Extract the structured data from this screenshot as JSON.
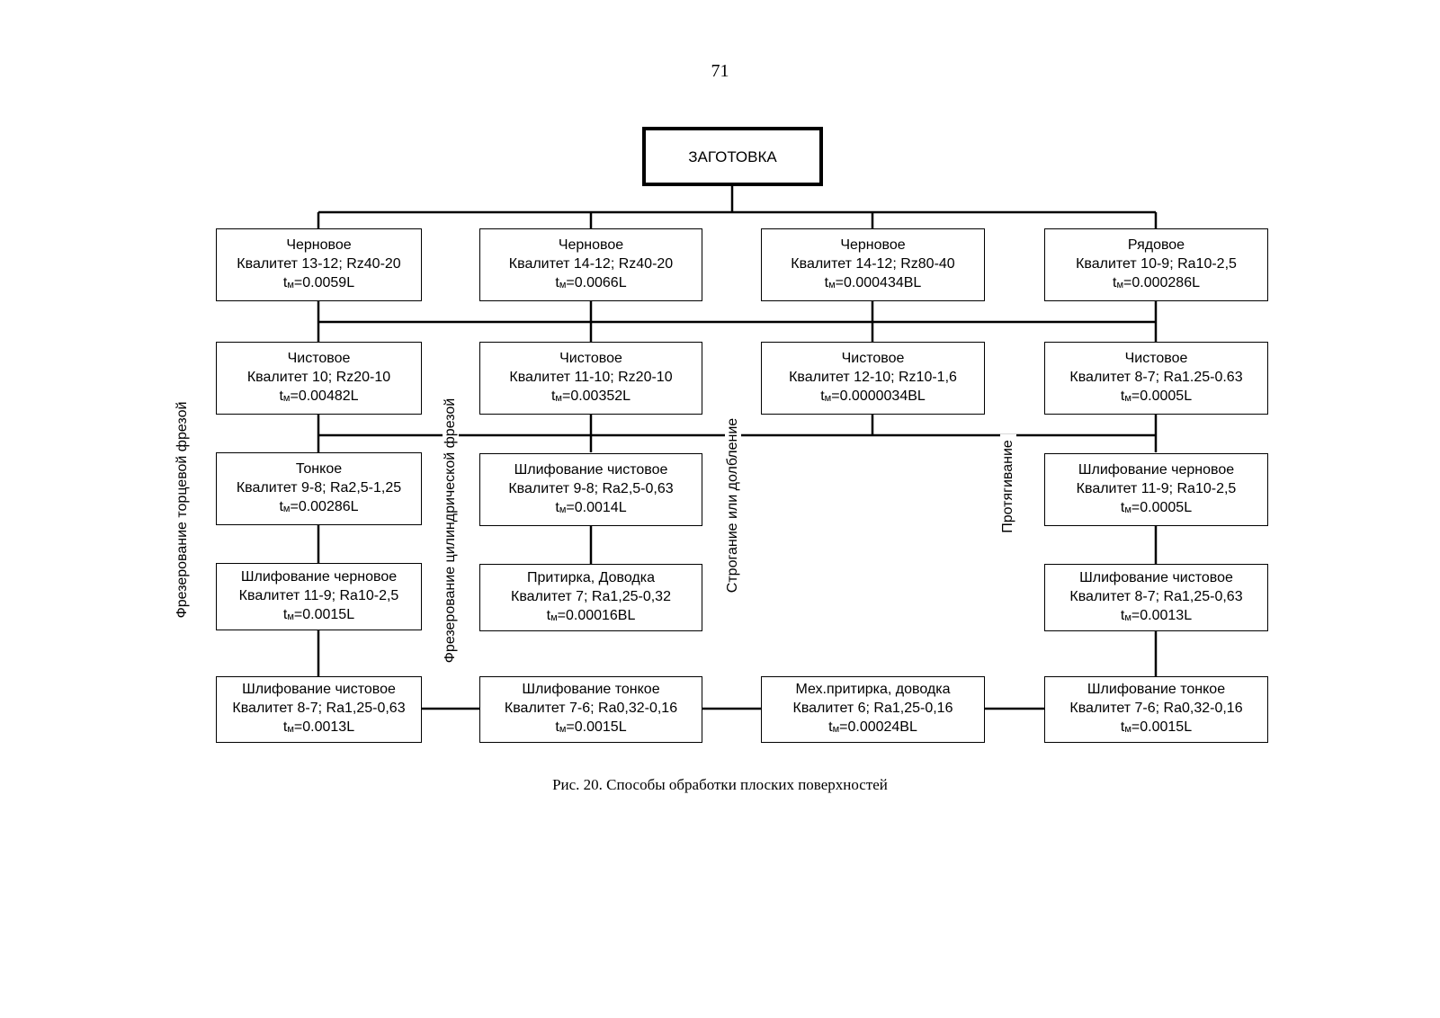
{
  "page_number": "71",
  "caption": "Рис. 20. Способы обработки плоских поверхностей",
  "root": "ЗАГОТОВКА",
  "method_labels": {
    "face_milling": "Фрезерование торцевой фрезой",
    "cylindrical_milling": "Фрезерование цилиндрической фрезой",
    "planing": "Строгание или долбление",
    "broaching": "Протягивание"
  },
  "boxes": {
    "r1c1": {
      "title": "Черновое",
      "spec": "Квалитет 13-12; Rz40-20",
      "tm": "=0.0059L"
    },
    "r1c2": {
      "title": "Черновое",
      "spec": "Квалитет 14-12; Rz40-20",
      "tm": "=0.0066L"
    },
    "r1c3": {
      "title": "Черновое",
      "spec": "Квалитет 14-12; Rz80-40",
      "tm": "=0.000434BL"
    },
    "r1c4": {
      "title": "Рядовое",
      "spec": "Квалитет 10-9; Ra10-2,5",
      "tm": "=0.000286L"
    },
    "r2c1": {
      "title": "Чистовое",
      "spec": "Квалитет 10; Rz20-10",
      "tm": "=0.00482L"
    },
    "r2c2": {
      "title": "Чистовое",
      "spec": "Квалитет 11-10; Rz20-10",
      "tm": "=0.00352L"
    },
    "r2c3": {
      "title": "Чистовое",
      "spec": "Квалитет 12-10; Rz10-1,6",
      "tm": "=0.0000034BL"
    },
    "r2c4": {
      "title": "Чистовое",
      "spec": "Квалитет 8-7; Ra1.25-0.63",
      "tm": "=0.0005L"
    },
    "r3c1": {
      "title": "Тонкое",
      "spec": "Квалитет 9-8; Ra2,5-1,25",
      "tm": "=0.00286L"
    },
    "r3c2": {
      "title": "Шлифование чистовое",
      "spec": "Квалитет 9-8; Ra2,5-0,63",
      "tm": "=0.0014L"
    },
    "r3c4": {
      "title": "Шлифование черновое",
      "spec": "Квалитет 11-9; Ra10-2,5",
      "tm": "=0.0005L"
    },
    "r4c1": {
      "title": "Шлифование черновое",
      "spec": "Квалитет 11-9; Ra10-2,5",
      "tm": "=0.0015L"
    },
    "r4c2": {
      "title": "Притирка, Доводка",
      "spec": "Квалитет 7; Ra1,25-0,32",
      "tm": "=0.00016BL"
    },
    "r4c4": {
      "title": "Шлифование чистовое",
      "spec": "Квалитет 8-7; Ra1,25-0,63",
      "tm": "=0.0013L"
    },
    "r5c1": {
      "title": "Шлифование чистовое",
      "spec": "Квалитет 8-7; Ra1,25-0,63",
      "tm": "=0.0013L"
    },
    "r5c2": {
      "title": "Шлифование тонкое",
      "spec": "Квалитет 7-6; Ra0,32-0,16",
      "tm": "=0.0015L"
    },
    "r5c3": {
      "title": "Мех.притирка, доводка",
      "spec": "Квалитет 6; Ra1,25-0,16",
      "tm": "=0.00024BL"
    },
    "r5c4": {
      "title": "Шлифование тонкое",
      "spec": "Квалитет 7-6; Ra0,32-0,16",
      "tm": "=0.0015L"
    }
  },
  "tm_symbol": "t",
  "tm_subscript": "м"
}
